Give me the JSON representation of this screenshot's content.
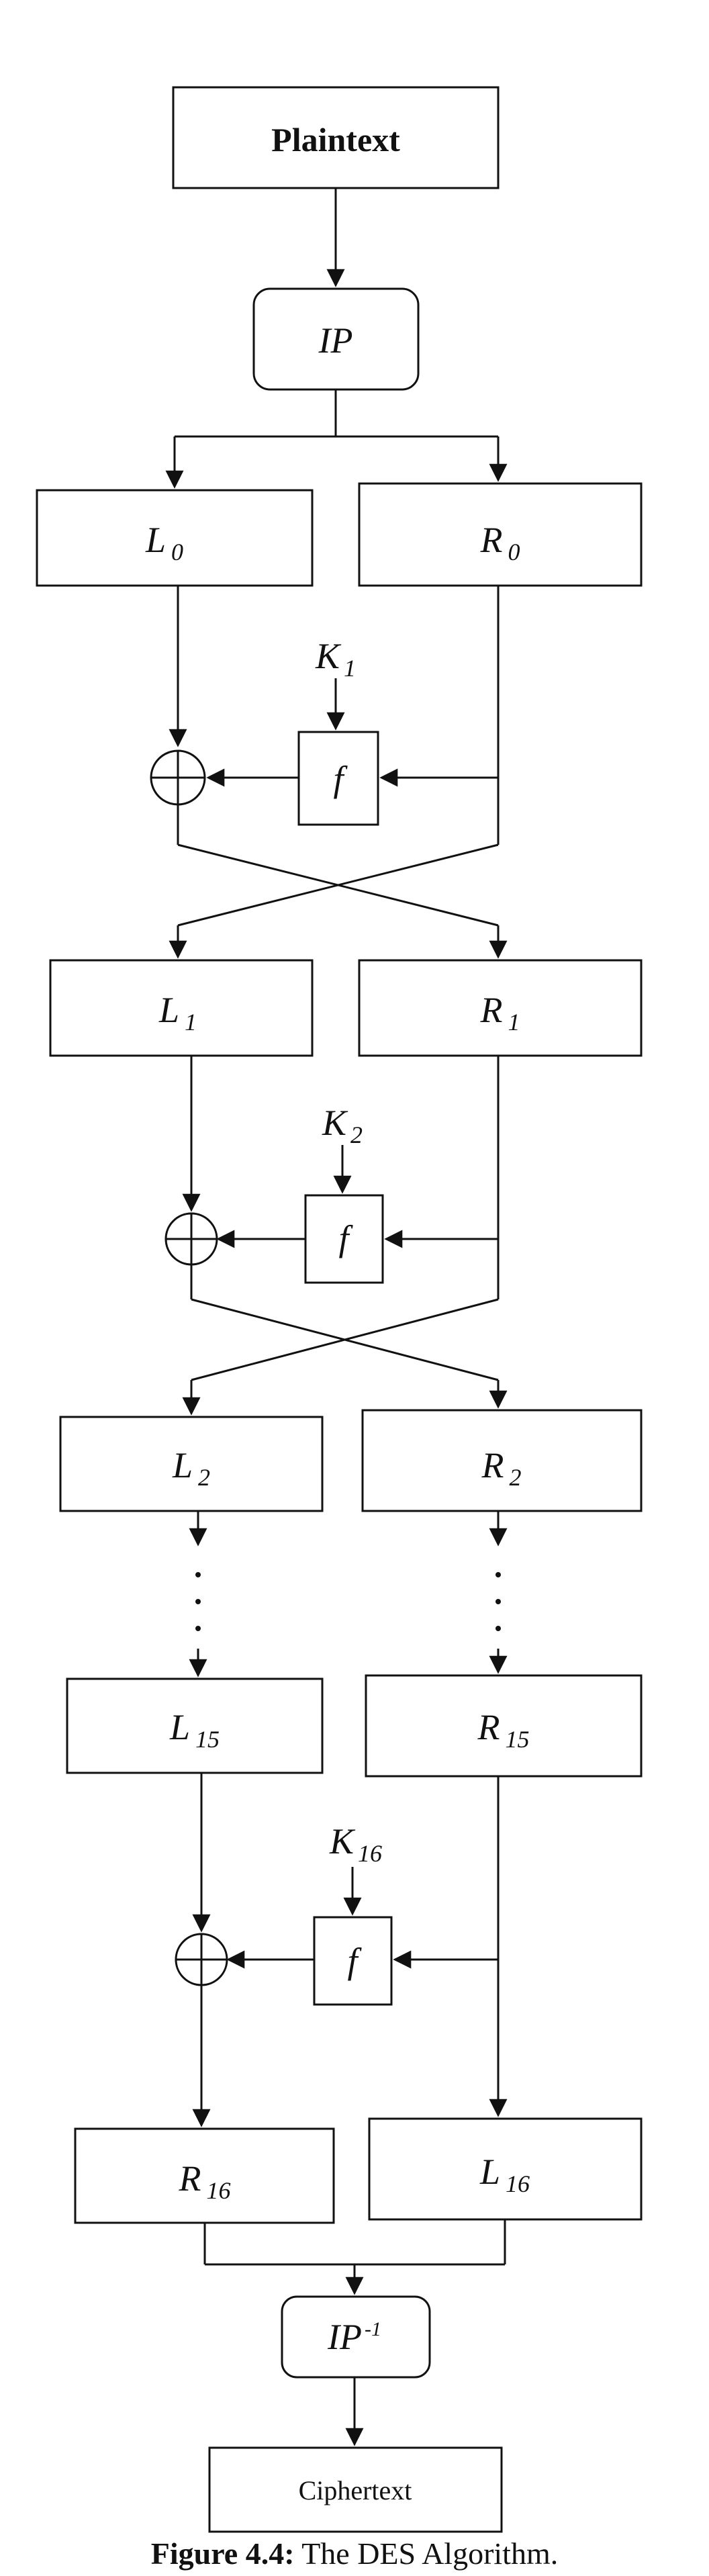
{
  "diagram": {
    "plaintext": "Plaintext",
    "ip": "IP",
    "ip_inv": {
      "base": "IP",
      "sup": "-1"
    },
    "ciphertext": "Ciphertext",
    "f": "f",
    "dots": "·\n·\n·",
    "rounds": [
      {
        "L": {
          "base": "L",
          "sub": "0"
        },
        "R": {
          "base": "R",
          "sub": "0"
        },
        "K": {
          "base": "K",
          "sub": "1"
        }
      },
      {
        "L": {
          "base": "L",
          "sub": "1"
        },
        "R": {
          "base": "R",
          "sub": "1"
        },
        "K": {
          "base": "K",
          "sub": "2"
        }
      },
      {
        "L": {
          "base": "L",
          "sub": "2"
        },
        "R": {
          "base": "R",
          "sub": "2"
        }
      },
      {
        "L": {
          "base": "L",
          "sub": "15"
        },
        "R": {
          "base": "R",
          "sub": "15"
        },
        "K": {
          "base": "K",
          "sub": "16"
        }
      },
      {
        "L": {
          "base": "R",
          "sub": "16"
        },
        "R": {
          "base": "L",
          "sub": "16"
        }
      }
    ],
    "caption": {
      "bold": "Figure 4.4:",
      "text": " The DES Algorithm."
    }
  }
}
